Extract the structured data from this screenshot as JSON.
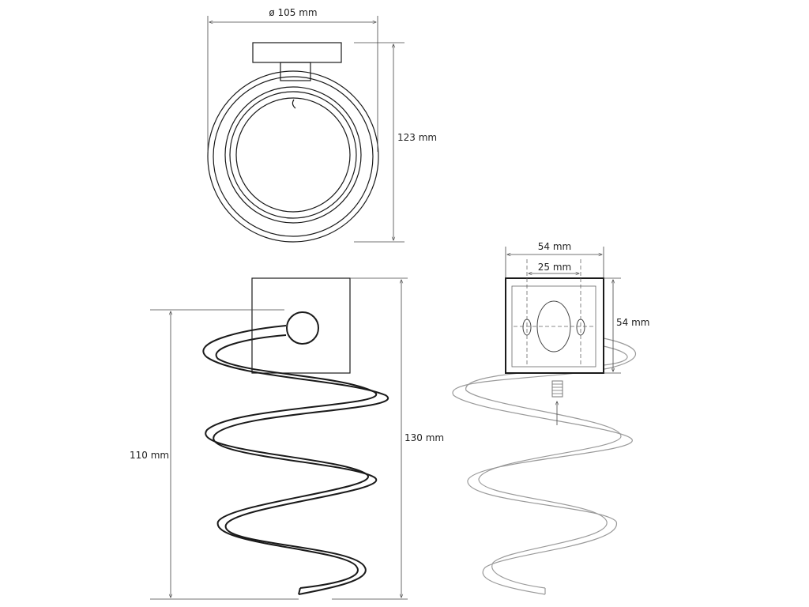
{
  "top_view": {
    "diameter_label": "ø 105 mm",
    "height_label": "123 mm"
  },
  "side_view": {
    "spiral_height_label": "110 mm",
    "total_height_label": "130 mm"
  },
  "back_view": {
    "plate_width_label": "54 mm",
    "hole_spacing_label": "25 mm",
    "plate_height_label": "54 mm"
  }
}
